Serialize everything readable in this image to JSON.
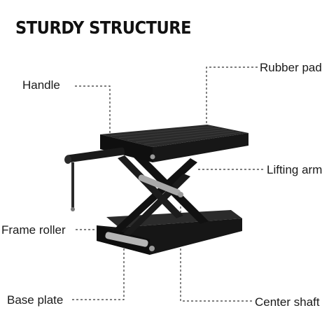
{
  "title": "STURDY STRUCTURE",
  "labels": {
    "rubber_pad": "Rubber pad",
    "handle": "Handle",
    "lifting_arm": "Lifting arm",
    "frame_roller": "Frame roller",
    "base_plate": "Base plate",
    "center_shaft": "Center shaft"
  },
  "colors": {
    "metal": "#111111",
    "metal_face": "#1e1e1e",
    "leader_line": "#333333"
  }
}
